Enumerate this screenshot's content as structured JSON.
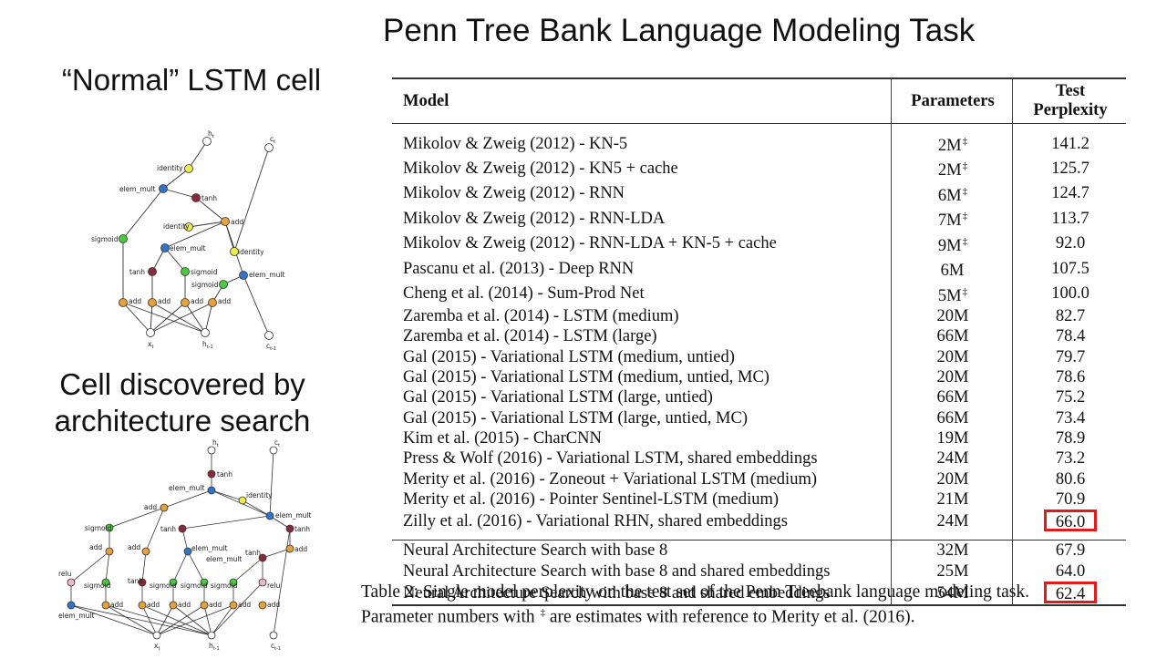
{
  "slide": {
    "title": "Penn Tree Bank Language Modeling Task",
    "normal_label": "“Normal” LSTM cell",
    "search_label_line1": "Cell discovered by",
    "search_label_line2": "architecture search"
  },
  "normal_cell": {
    "nodes": {
      "h_t": "h",
      "h_t_sub": "t",
      "c_t": "c",
      "c_t_sub": "t",
      "identity_top": "identity",
      "elem_mult_top": "elem_mult",
      "tanh_top": "tanh",
      "identity_mid": "identity",
      "add_mid": "add",
      "sigmoid_left": "sigmoid",
      "elem_mult_mid": "elem_mult",
      "identity_right": "identity",
      "tanh_low": "tanh",
      "sigmoid_low": "sigmoid",
      "elem_mult_right": "elem_mult",
      "sigmoid_right": "sigmoid",
      "add1": "add",
      "add2": "add",
      "add3": "add",
      "add4": "add",
      "x_t": "x",
      "x_t_sub": "t",
      "h_prev": "h",
      "h_prev_sub": "t-1",
      "c_prev": "c",
      "c_prev_sub": "t-1"
    }
  },
  "search_cell": {
    "nodes": {
      "h_t": "h",
      "h_t_sub": "t",
      "c_t": "c",
      "c_t_sub": "t",
      "tanh1": "tanh",
      "elem_mult1": "elem_mult",
      "identity": "identity",
      "add1": "add",
      "elem_mult2": "elem_mult",
      "sigmoid1": "sigmoid",
      "tanh2": "tanh",
      "tanh3": "tanh",
      "add2": "add",
      "elem_mult3": "elem_mult",
      "tanh4": "tanh",
      "add3": "add",
      "elem_mult4": "elem_mult",
      "add4": "add",
      "relu1": "relu",
      "sigmoid2": "sigmoid",
      "tanh5": "tanh",
      "sigmoid3": "sigmoid",
      "sigmoid4": "sigmoid",
      "sigmoid5": "sigmoid",
      "relu2": "relu",
      "add5": "add",
      "add6": "add",
      "add7": "add",
      "add8": "add",
      "add9": "add",
      "add10": "add",
      "elem_mult5": "elem_mult",
      "x_t": "x",
      "x_t_sub": "t",
      "h_prev": "h",
      "h_prev_sub": "t-1",
      "c_prev": "c",
      "c_prev_sub": "t-1"
    }
  },
  "table": {
    "headers": {
      "model": "Model",
      "params": "Parameters",
      "ppl": "Test Perplexity"
    },
    "rows": [
      {
        "model": "Mikolov & Zweig (2012) - KN-5",
        "params": "2M",
        "dagger": "‡",
        "ppl": "141.2"
      },
      {
        "model": "Mikolov & Zweig (2012) - KN5 + cache",
        "params": "2M",
        "dagger": "‡",
        "ppl": "125.7"
      },
      {
        "model": "Mikolov & Zweig (2012) - RNN",
        "params": "6M",
        "dagger": "‡",
        "ppl": "124.7"
      },
      {
        "model": "Mikolov & Zweig (2012) - RNN-LDA",
        "params": "7M",
        "dagger": "‡",
        "ppl": "113.7"
      },
      {
        "model": "Mikolov & Zweig (2012) - RNN-LDA + KN-5 + cache",
        "params": "9M",
        "dagger": "‡",
        "ppl": "92.0"
      },
      {
        "model": "Pascanu et al. (2013) - Deep RNN",
        "params": "6M",
        "dagger": "",
        "ppl": "107.5"
      },
      {
        "model": "Cheng et al. (2014) - Sum-Prod Net",
        "params": "5M",
        "dagger": "‡",
        "ppl": "100.0"
      },
      {
        "model": "Zaremba et al. (2014) - LSTM (medium)",
        "params": "20M",
        "dagger": "",
        "ppl": "82.7"
      },
      {
        "model": "Zaremba et al. (2014) - LSTM (large)",
        "params": "66M",
        "dagger": "",
        "ppl": "78.4"
      },
      {
        "model": "Gal (2015) - Variational LSTM (medium, untied)",
        "params": "20M",
        "dagger": "",
        "ppl": "79.7"
      },
      {
        "model": "Gal (2015) - Variational LSTM (medium, untied, MC)",
        "params": "20M",
        "dagger": "",
        "ppl": "78.6"
      },
      {
        "model": "Gal (2015) - Variational LSTM (large, untied)",
        "params": "66M",
        "dagger": "",
        "ppl": "75.2"
      },
      {
        "model": "Gal (2015) - Variational LSTM (large, untied, MC)",
        "params": "66M",
        "dagger": "",
        "ppl": "73.4"
      },
      {
        "model": "Kim et al. (2015) - CharCNN",
        "params": "19M",
        "dagger": "",
        "ppl": "78.9"
      },
      {
        "model": "Press & Wolf (2016) - Variational LSTM, shared embeddings",
        "params": "24M",
        "dagger": "",
        "ppl": "73.2"
      },
      {
        "model": "Merity et al. (2016) - Zoneout + Variational LSTM (medium)",
        "params": "20M",
        "dagger": "",
        "ppl": "80.6"
      },
      {
        "model": "Merity et al. (2016) - Pointer Sentinel-LSTM (medium)",
        "params": "21M",
        "dagger": "",
        "ppl": "70.9"
      },
      {
        "model": "Zilly et al. (2016) - Variational RHN, shared embeddings",
        "params": "24M",
        "dagger": "",
        "ppl": "66.0",
        "highlight": true
      }
    ],
    "nas_rows": [
      {
        "model": "Neural Architecture Search with base 8",
        "params": "32M",
        "ppl": "67.9"
      },
      {
        "model": "Neural Architecture Search with base 8 and shared embeddings",
        "params": "25M",
        "ppl": "64.0"
      },
      {
        "model": "Neural Architecture Search with base 8 and shared embeddings",
        "params": "54M",
        "ppl": "62.4",
        "highlight": true
      }
    ],
    "caption_line1": "Table 2:  Single model perplexity on the test set of the Penn Treebank language modeling task.",
    "caption_line2_a": "Parameter numbers with ",
    "caption_dagger": "‡",
    "caption_line2_b": " are estimates with reference to Merity et al. (2016)."
  },
  "colors": {
    "highlight_box": "#e01b1b",
    "node_orange": "#e8a13a",
    "node_green": "#4cc93f",
    "node_yellow": "#eded4a",
    "node_blue": "#2f74c8",
    "node_maroon": "#8a2a38",
    "node_pink": "#f2b6c6",
    "node_white": "#ffffff"
  }
}
